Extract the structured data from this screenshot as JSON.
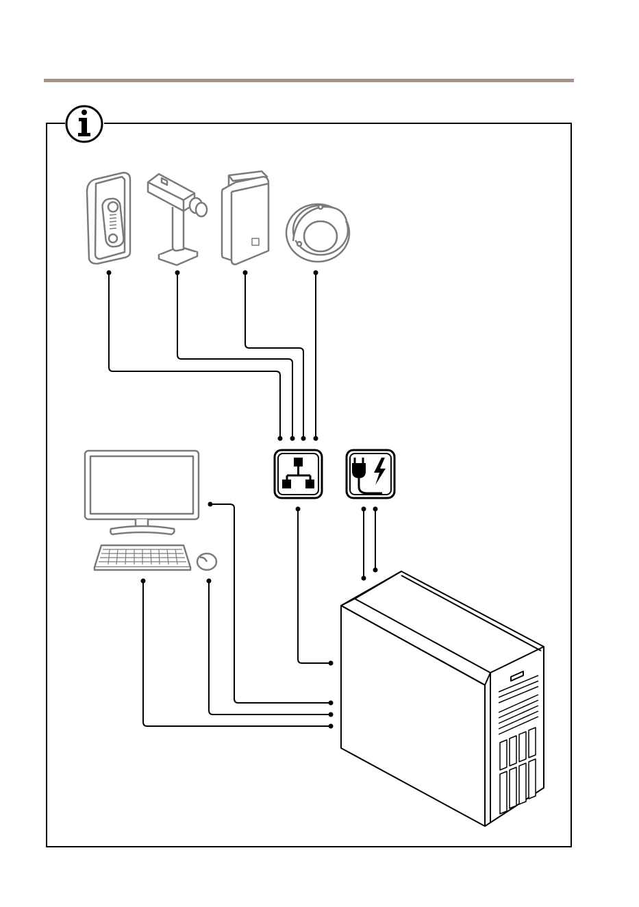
{
  "colors": {
    "rule": "#a89386",
    "line": "#000000",
    "device_outline": "#7a7a7a",
    "device_fill": "#ffffff",
    "icon_fill": "#000000"
  },
  "icons": {
    "info": "info-icon",
    "network_switch": "network-switch-icon",
    "power": "power-icon"
  },
  "devices": [
    "door-station",
    "box-camera",
    "wall-mount-camera",
    "dome-camera",
    "desktop-monitor",
    "keyboard",
    "mouse",
    "server-tower"
  ]
}
